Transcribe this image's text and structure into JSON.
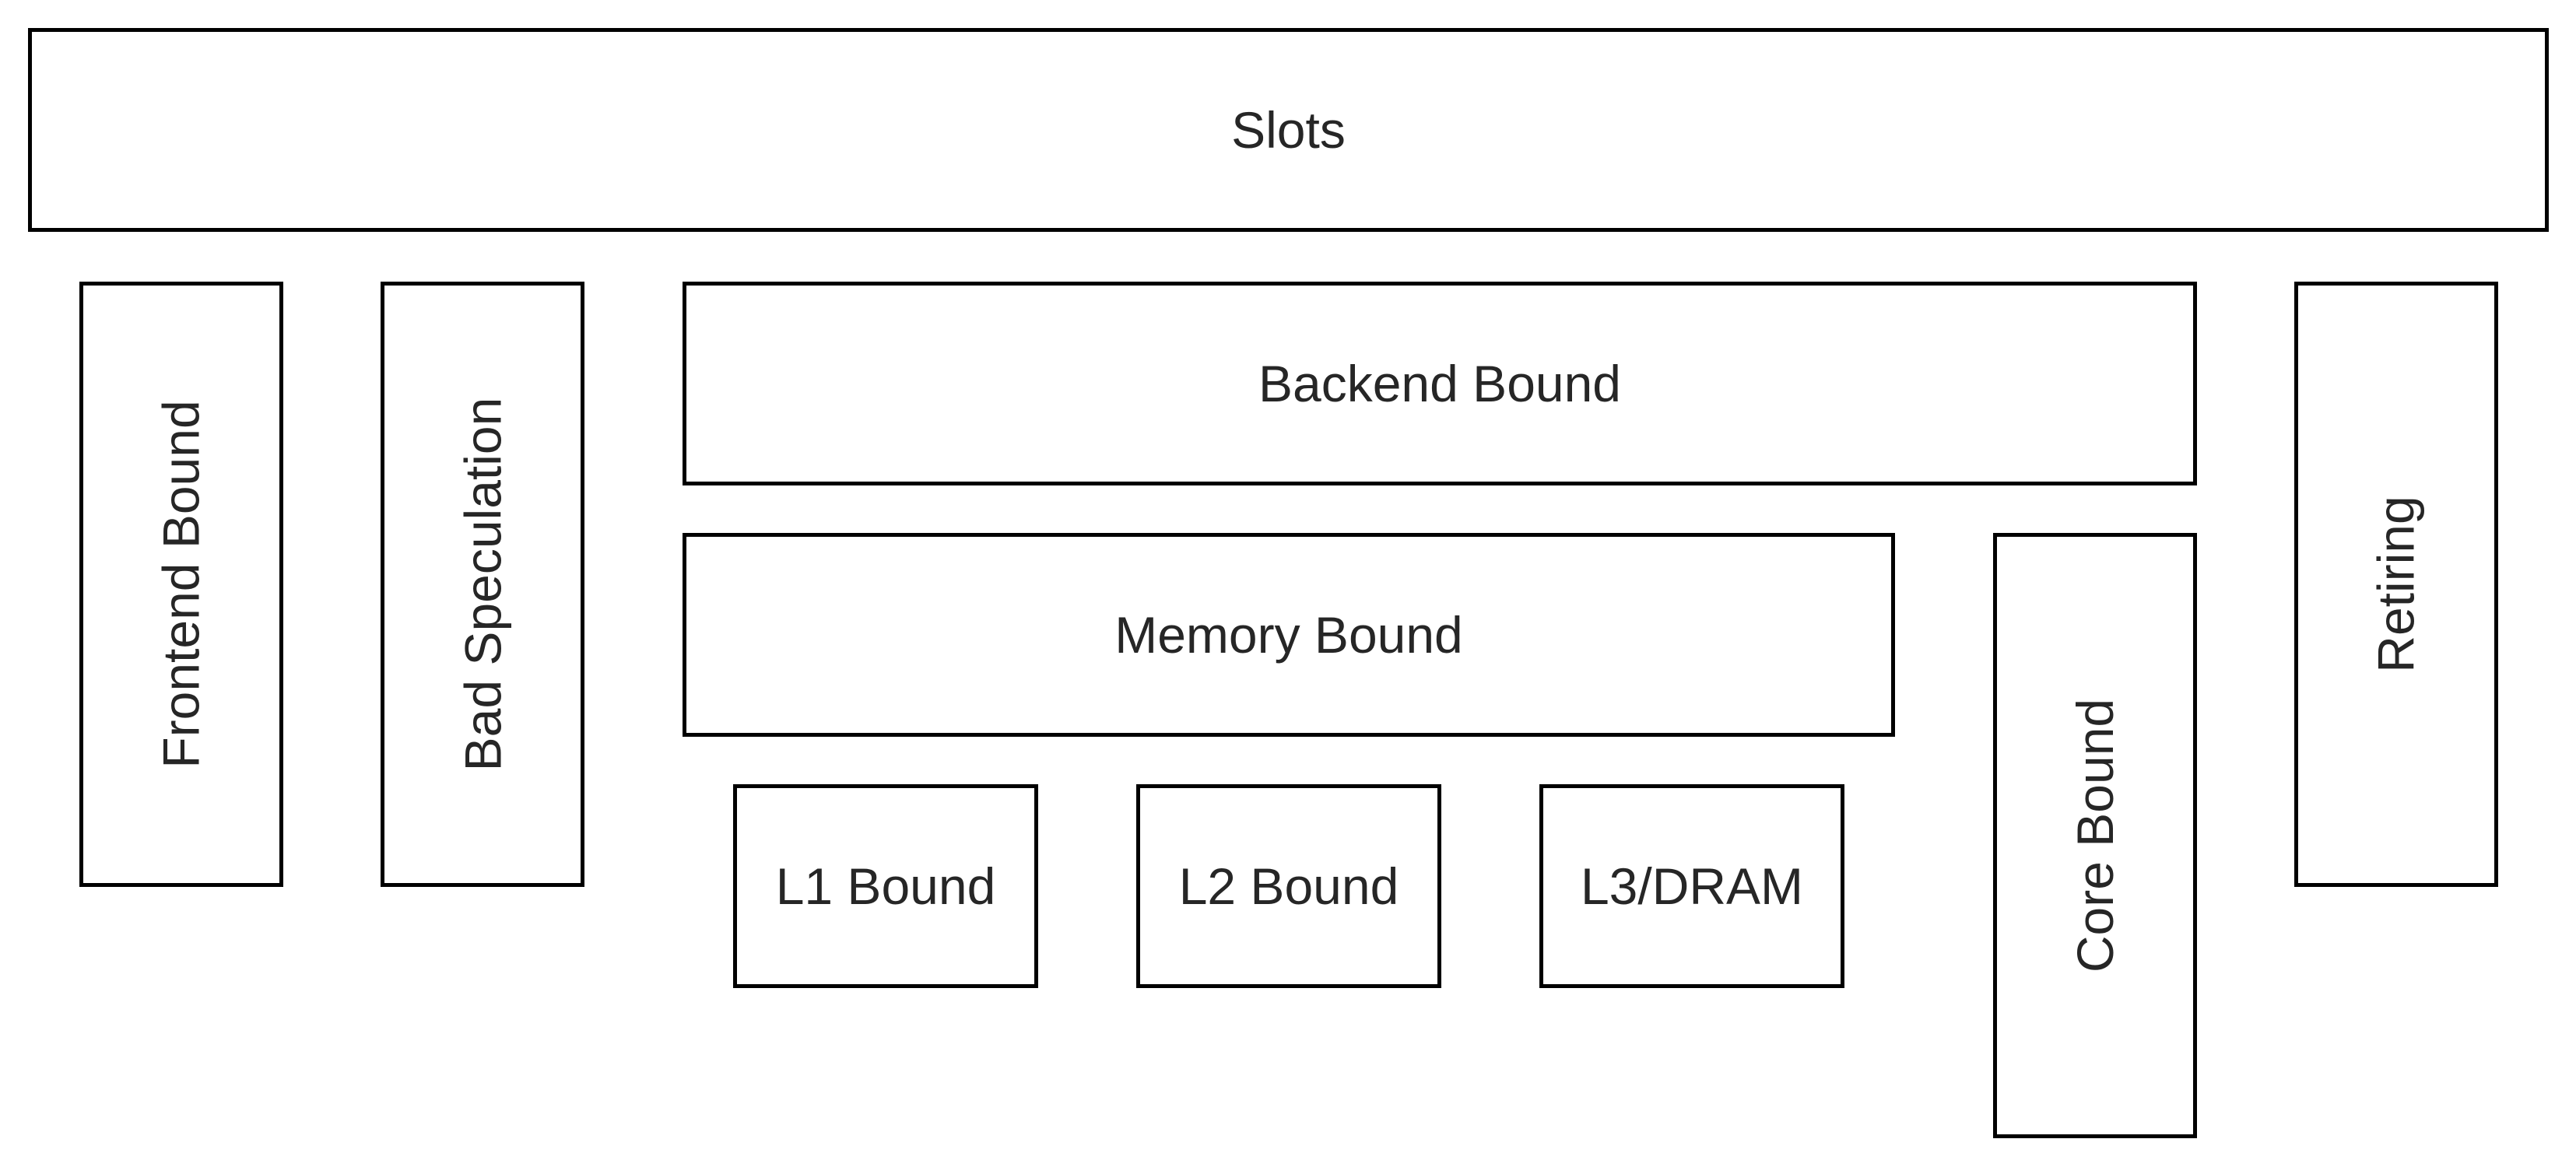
{
  "diagram": {
    "nodes": {
      "slots": "Slots",
      "frontend_bound": "Frontend Bound",
      "bad_speculation": "Bad Speculation",
      "backend_bound": "Backend Bound",
      "retiring": "Retiring",
      "memory_bound": "Memory Bound",
      "core_bound": "Core Bound",
      "l1_bound": "L1 Bound",
      "l2_bound": "L2 Bound",
      "l3_dram": "L3/DRAM"
    },
    "hierarchy": {
      "Slots": [
        "Frontend Bound",
        "Bad Speculation",
        "Backend Bound",
        "Retiring"
      ],
      "Backend Bound": [
        "Memory Bound",
        "Core Bound"
      ],
      "Memory Bound": [
        "L1 Bound",
        "L2 Bound",
        "L3/DRAM"
      ]
    }
  }
}
